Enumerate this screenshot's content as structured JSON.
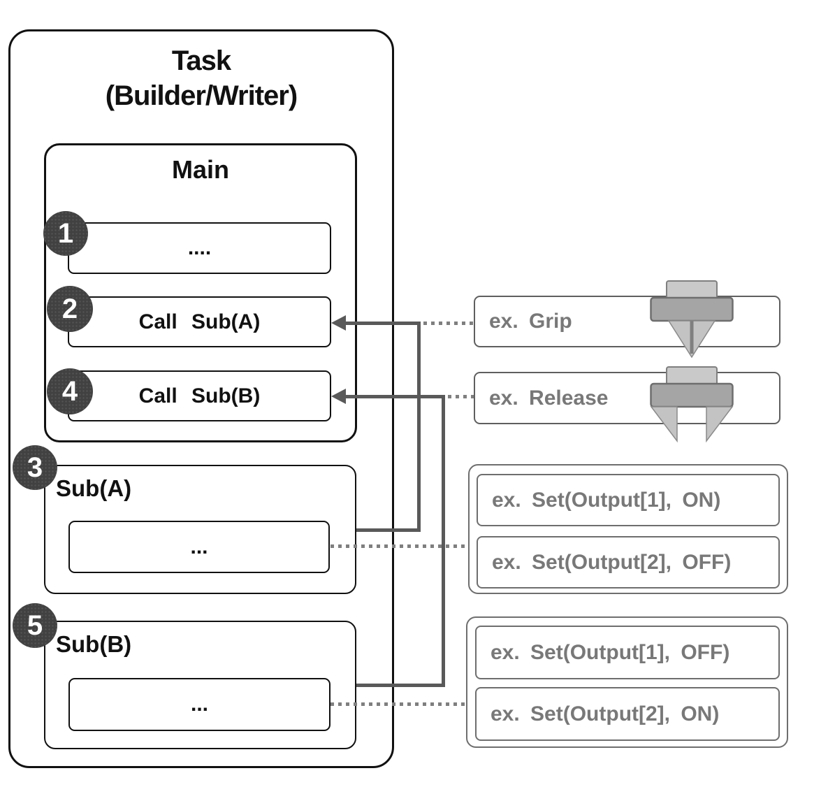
{
  "task": {
    "title_line1": "Task",
    "title_line2": "(Builder/Writer)"
  },
  "main": {
    "title": "Main",
    "steps": [
      {
        "badge": "1",
        "label": "...."
      },
      {
        "badge": "2",
        "label": "Call Sub(A)"
      },
      {
        "badge": "4",
        "label": "Call Sub(B)"
      }
    ]
  },
  "subs": [
    {
      "badge": "3",
      "title": "Sub(A)",
      "body": "..."
    },
    {
      "badge": "5",
      "title": "Sub(B)",
      "body": "..."
    }
  ],
  "examples": {
    "grip": "ex. Grip",
    "release": "ex. Release",
    "sub_a": [
      "ex. Set(Output[1], ON)",
      "ex. Set(Output[2], OFF)"
    ],
    "sub_b": [
      "ex. Set(Output[1], OFF)",
      "ex. Set(Output[2], ON)"
    ]
  },
  "icons": {
    "grip": "gripper-closed-icon",
    "release": "gripper-open-icon"
  },
  "colors": {
    "box_border": "#111111",
    "connector": "#595959",
    "dotted_line": "#7f7f7f",
    "badge_fill": "#414141",
    "badge_text": "#ffffff",
    "example_text": "#787878",
    "example_border": "#6e6e6e",
    "gripper_light": "#c7c7c7",
    "gripper_mid": "#a5a5a5"
  }
}
